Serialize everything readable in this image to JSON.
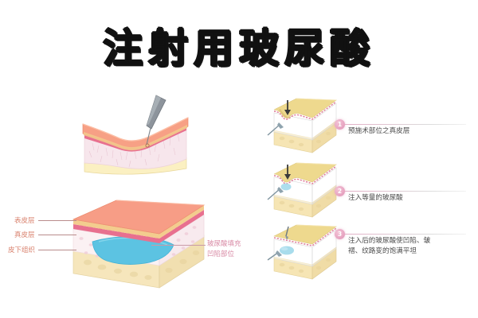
{
  "title": "注射用玻尿酸",
  "colors": {
    "epidermis_top": "#f7a08a",
    "epidermis_side": "#f6c98f",
    "dermis": "#f5e3ea",
    "dermis_band": "#e86f92",
    "subcutaneous": "#faf0c8",
    "filler_blue": "#5fc4e0",
    "badge_pink": "#e296b9",
    "label_pink": "#d98ba6",
    "label_salmon": "#d9826e",
    "needle_gray": "#808890",
    "block_tan": "#efd98f",
    "block_cream": "#f7e9c0"
  },
  "main_diagram": {
    "layer_labels": [
      {
        "text": "表皮层"
      },
      {
        "text": "真皮层"
      },
      {
        "text": "皮下组织"
      }
    ],
    "filler_callout": {
      "line1": "玻尿酸填充",
      "line2": "凹陷部位"
    }
  },
  "steps": [
    {
      "number": "1",
      "text": "预施术部位之真皮层"
    },
    {
      "number": "2",
      "text": "注入等量的玻尿酸"
    },
    {
      "number": "3",
      "text": "注入后的玻尿酸使凹陷、皱褶、纹路变的饱满平坦"
    }
  ]
}
